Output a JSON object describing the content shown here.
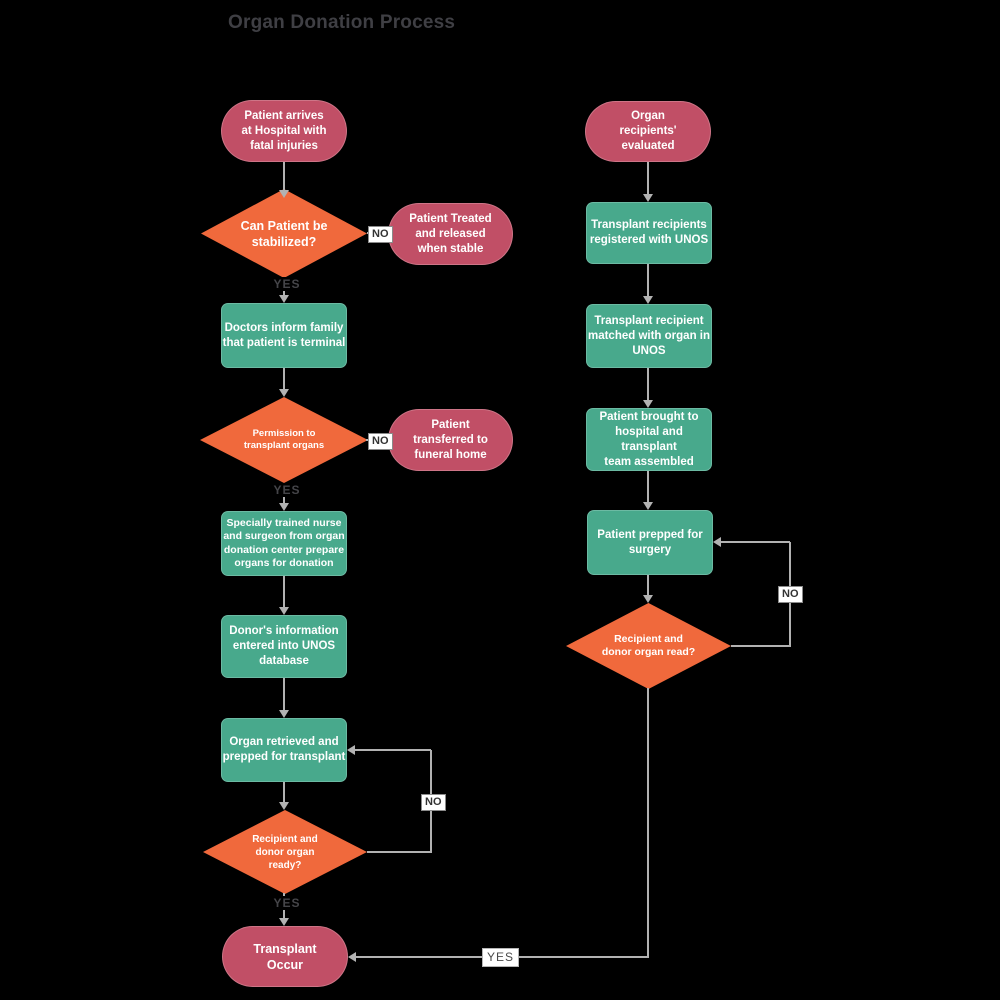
{
  "title": "Organ Donation Process",
  "colors": {
    "terminator": "#c14f66",
    "process": "#48a98c",
    "decision": "#f0693c",
    "connector": "#b2b2b2",
    "background": "#000000",
    "title_text": "#3f3f44"
  },
  "nodes": {
    "patient_arrives": {
      "type": "terminator",
      "label": "Patient arrives\nat Hospital with\nfatal injuries"
    },
    "can_stabilize": {
      "type": "decision",
      "label": "Can Patient be\nstabilized?"
    },
    "patient_treated": {
      "type": "terminator",
      "label": "Patient Treated\nand released\nwhen stable"
    },
    "inform_family": {
      "type": "process",
      "label": "Doctors inform family\nthat patient is terminal"
    },
    "permission": {
      "type": "decision",
      "label": "Permission to\ntransplant organs"
    },
    "funeral_home": {
      "type": "terminator",
      "label": "Patient\ntransferred to\nfuneral home"
    },
    "prepare_organs": {
      "type": "process",
      "label": "Specially trained nurse\nand surgeon from organ\ndonation center prepare\norgans for donation"
    },
    "donor_info": {
      "type": "process",
      "label": "Donor's information\nentered into UNOS\ndatabase"
    },
    "organ_retrieved": {
      "type": "process",
      "label": "Organ retrieved and\nprepped for transplant"
    },
    "ready_left": {
      "type": "decision",
      "label": "Recipient and\ndonor organ\nready?"
    },
    "transplant_occur": {
      "type": "terminator",
      "label": "Transplant\nOccur"
    },
    "recipients_evaluated": {
      "type": "terminator",
      "label": "Organ\nrecipients'\nevaluated"
    },
    "registered_unos": {
      "type": "process",
      "label": "Transplant recipients\nregistered with UNOS"
    },
    "matched_unos": {
      "type": "process",
      "label": "Transplant recipient\nmatched with organ in\nUNOS"
    },
    "brought_hospital": {
      "type": "process",
      "label": "Patient brought to\nhospital and transplant\nteam assembled"
    },
    "prepped_surgery": {
      "type": "process",
      "label": "Patient prepped for\nsurgery"
    },
    "ready_right": {
      "type": "decision",
      "label": "Recipient and\ndonor organ read?"
    }
  },
  "edge_labels": {
    "no_stabilize": "NO",
    "yes_stabilize": "YES",
    "no_permission": "NO",
    "yes_permission": "YES",
    "no_ready_left": "NO",
    "yes_ready_left": "YES",
    "no_ready_right": "NO",
    "yes_transplant": "YES"
  }
}
